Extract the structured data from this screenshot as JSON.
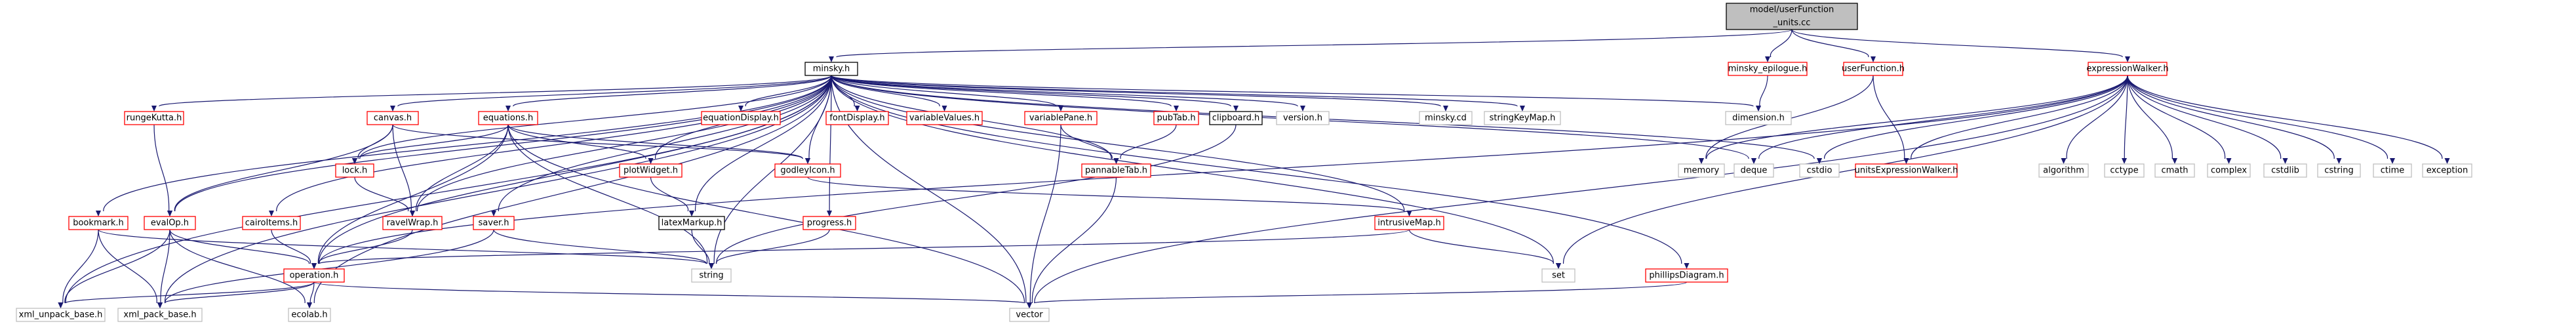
{
  "colors": {
    "edge_local": "#191970",
    "edge_system": "#63b8ff",
    "node_documented_border": "#ff0000",
    "node_undocumented_border": "#bfbfbf",
    "root_fill": "#bfbfbf"
  },
  "nodes": [
    {
      "id": "root",
      "lines": [
        "model/userFunction",
        "_units.cc"
      ],
      "kind": "root"
    },
    {
      "id": "minsky_h",
      "lines": [
        "minsky.h"
      ],
      "kind": "self"
    },
    {
      "id": "minsky_epilogue_h",
      "lines": [
        "minsky_epilogue.h"
      ],
      "kind": "doc"
    },
    {
      "id": "userFunction_h",
      "lines": [
        "userFunction.h"
      ],
      "kind": "doc"
    },
    {
      "id": "expressionWalker_h",
      "lines": [
        "expressionWalker.h"
      ],
      "kind": "doc"
    },
    {
      "id": "dimension_h",
      "lines": [
        "dimension.h"
      ],
      "kind": "nodoc"
    },
    {
      "id": "rungeKutta_h",
      "lines": [
        "rungeKutta.h"
      ],
      "kind": "doc"
    },
    {
      "id": "canvas_h",
      "lines": [
        "canvas.h"
      ],
      "kind": "doc"
    },
    {
      "id": "equations_h",
      "lines": [
        "equations.h"
      ],
      "kind": "doc"
    },
    {
      "id": "equationDisplay_h",
      "lines": [
        "equationDisplay.h"
      ],
      "kind": "doc"
    },
    {
      "id": "fontDisplay_h",
      "lines": [
        "fontDisplay.h"
      ],
      "kind": "doc"
    },
    {
      "id": "variableValues_h",
      "lines": [
        "variableValues.h"
      ],
      "kind": "doc"
    },
    {
      "id": "variablePane_h",
      "lines": [
        "variablePane.h"
      ],
      "kind": "doc"
    },
    {
      "id": "pubTab_h",
      "lines": [
        "pubTab.h"
      ],
      "kind": "doc"
    },
    {
      "id": "clipboard_h",
      "lines": [
        "clipboard.h"
      ],
      "kind": "self"
    },
    {
      "id": "version_h",
      "lines": [
        "version.h"
      ],
      "kind": "nodoc"
    },
    {
      "id": "minsky_cd",
      "lines": [
        "minsky.cd"
      ],
      "kind": "nodoc"
    },
    {
      "id": "stringKeyMap_h",
      "lines": [
        "stringKeyMap.h"
      ],
      "kind": "nodoc"
    },
    {
      "id": "deque",
      "lines": [
        "deque"
      ],
      "kind": "nodoc"
    },
    {
      "id": "cstdio",
      "lines": [
        "cstdio"
      ],
      "kind": "nodoc"
    },
    {
      "id": "memory",
      "lines": [
        "memory"
      ],
      "kind": "nodoc"
    },
    {
      "id": "unitsExpressionWalker_h",
      "lines": [
        "unitsExpressionWalker.h"
      ],
      "kind": "doc"
    },
    {
      "id": "algorithm",
      "lines": [
        "algorithm"
      ],
      "kind": "nodoc"
    },
    {
      "id": "cctype",
      "lines": [
        "cctype"
      ],
      "kind": "nodoc"
    },
    {
      "id": "cmath",
      "lines": [
        "cmath"
      ],
      "kind": "nodoc"
    },
    {
      "id": "complex",
      "lines": [
        "complex"
      ],
      "kind": "nodoc"
    },
    {
      "id": "cstdlib",
      "lines": [
        "cstdlib"
      ],
      "kind": "nodoc"
    },
    {
      "id": "cstring",
      "lines": [
        "cstring"
      ],
      "kind": "nodoc"
    },
    {
      "id": "ctime",
      "lines": [
        "ctime"
      ],
      "kind": "nodoc"
    },
    {
      "id": "exception",
      "lines": [
        "exception"
      ],
      "kind": "nodoc"
    },
    {
      "id": "lock_h",
      "lines": [
        "lock.h"
      ],
      "kind": "doc"
    },
    {
      "id": "plotWidget_h",
      "lines": [
        "plotWidget.h"
      ],
      "kind": "doc"
    },
    {
      "id": "godleyIcon_h",
      "lines": [
        "godleyIcon.h"
      ],
      "kind": "doc"
    },
    {
      "id": "pannableTab_h",
      "lines": [
        "pannableTab.h"
      ],
      "kind": "doc"
    },
    {
      "id": "bookmark_h",
      "lines": [
        "bookmark.h"
      ],
      "kind": "doc"
    },
    {
      "id": "evalOp_h",
      "lines": [
        "evalOp.h"
      ],
      "kind": "doc"
    },
    {
      "id": "cairoItems_h",
      "lines": [
        "cairoItems.h"
      ],
      "kind": "doc"
    },
    {
      "id": "ravelWrap_h",
      "lines": [
        "ravelWrap.h"
      ],
      "kind": "doc"
    },
    {
      "id": "saver_h",
      "lines": [
        "saver.h"
      ],
      "kind": "doc"
    },
    {
      "id": "latexMarkup_h",
      "lines": [
        "latexMarkup.h"
      ],
      "kind": "self"
    },
    {
      "id": "progress_h",
      "lines": [
        "progress.h"
      ],
      "kind": "doc"
    },
    {
      "id": "intrusiveMap_h",
      "lines": [
        "intrusiveMap.h"
      ],
      "kind": "doc"
    },
    {
      "id": "phillipsDiagram_h",
      "lines": [
        "phillipsDiagram.h"
      ],
      "kind": "doc"
    },
    {
      "id": "set",
      "lines": [
        "set"
      ],
      "kind": "nodoc"
    },
    {
      "id": "operation_h",
      "lines": [
        "operation.h"
      ],
      "kind": "doc"
    },
    {
      "id": "string",
      "lines": [
        "string"
      ],
      "kind": "nodoc"
    },
    {
      "id": "xml_unpack_base_h",
      "lines": [
        "xml_unpack_base.h"
      ],
      "kind": "nodoc"
    },
    {
      "id": "xml_pack_base_h",
      "lines": [
        "xml_pack_base.h"
      ],
      "kind": "nodoc"
    },
    {
      "id": "ecolab_h",
      "lines": [
        "ecolab.h"
      ],
      "kind": "nodoc"
    },
    {
      "id": "vector",
      "lines": [
        "vector"
      ],
      "kind": "nodoc"
    }
  ]
}
